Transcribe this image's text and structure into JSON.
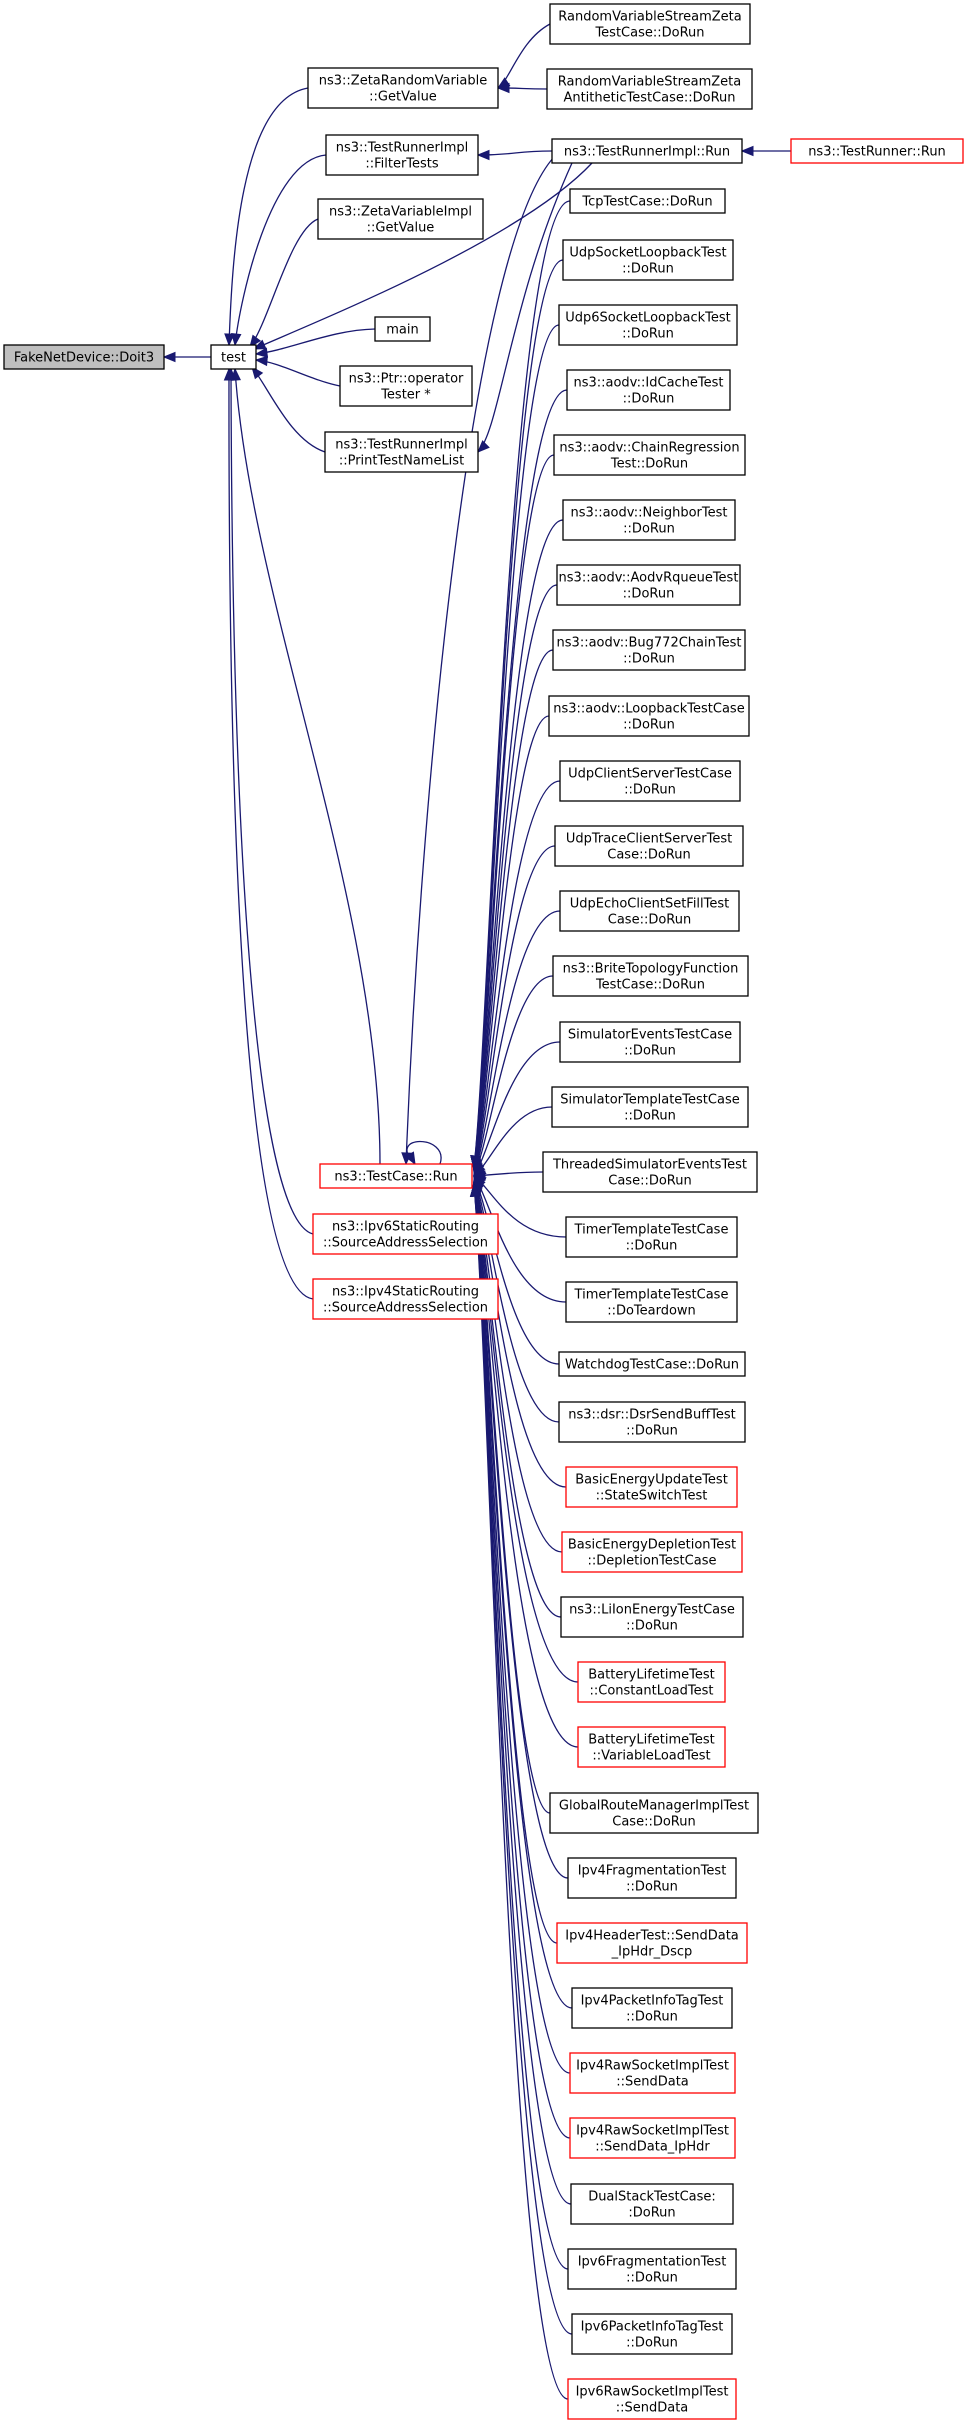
{
  "graph": {
    "nodes": [
      {
        "id": "fake",
        "lines": [
          "FakeNetDevice::Doit3"
        ]
      },
      {
        "id": "test",
        "lines": [
          "test"
        ]
      },
      {
        "id": "zetaGet",
        "lines": [
          "ns3::ZetaRandomVariable",
          "::GetValue"
        ]
      },
      {
        "id": "filter",
        "lines": [
          "ns3::TestRunnerImpl",
          "::FilterTests"
        ]
      },
      {
        "id": "zetaImpl",
        "lines": [
          "ns3::ZetaVariableImpl",
          "::GetValue"
        ]
      },
      {
        "id": "main",
        "lines": [
          "main"
        ]
      },
      {
        "id": "ptrop",
        "lines": [
          "ns3::Ptr::operator",
          "Tester *"
        ]
      },
      {
        "id": "printlist",
        "lines": [
          "ns3::TestRunnerImpl",
          "::PrintTestNameList"
        ]
      },
      {
        "id": "tcrun",
        "lines": [
          "ns3::TestCase::Run"
        ]
      },
      {
        "id": "ipv6static",
        "lines": [
          "ns3::Ipv6StaticRouting",
          "::SourceAddressSelection"
        ]
      },
      {
        "id": "ipv4static",
        "lines": [
          "ns3::Ipv4StaticRouting",
          "::SourceAddressSelection"
        ]
      },
      {
        "id": "rvs1",
        "lines": [
          "RandomVariableStreamZeta",
          "TestCase::DoRun"
        ]
      },
      {
        "id": "rvs2",
        "lines": [
          "RandomVariableStreamZeta",
          "AntitheticTestCase::DoRun"
        ]
      },
      {
        "id": "trimplrun",
        "lines": [
          "ns3::TestRunnerImpl::Run"
        ]
      },
      {
        "id": "trrun",
        "lines": [
          "ns3::TestRunner::Run"
        ]
      },
      {
        "id": "tcp",
        "lines": [
          "TcpTestCase::DoRun"
        ]
      },
      {
        "id": "udploop",
        "lines": [
          "UdpSocketLoopbackTest",
          "::DoRun"
        ]
      },
      {
        "id": "udp6loop",
        "lines": [
          "Udp6SocketLoopbackTest",
          "::DoRun"
        ]
      },
      {
        "id": "aodvid",
        "lines": [
          "ns3::aodv::IdCacheTest",
          "::DoRun"
        ]
      },
      {
        "id": "aodvchain",
        "lines": [
          "ns3::aodv::ChainRegression",
          "Test::DoRun"
        ]
      },
      {
        "id": "aodvneigh",
        "lines": [
          "ns3::aodv::NeighborTest",
          "::DoRun"
        ]
      },
      {
        "id": "aodvrq",
        "lines": [
          "ns3::aodv::AodvRqueueTest",
          "::DoRun"
        ]
      },
      {
        "id": "aodvbug",
        "lines": [
          "ns3::aodv::Bug772ChainTest",
          "::DoRun"
        ]
      },
      {
        "id": "aodvloop",
        "lines": [
          "ns3::aodv::LoopbackTestCase",
          "::DoRun"
        ]
      },
      {
        "id": "udpcs",
        "lines": [
          "UdpClientServerTestCase",
          "::DoRun"
        ]
      },
      {
        "id": "udptrace",
        "lines": [
          "UdpTraceClientServerTest",
          "Case::DoRun"
        ]
      },
      {
        "id": "udpecho",
        "lines": [
          "UdpEchoClientSetFillTest",
          "Case::DoRun"
        ]
      },
      {
        "id": "brite",
        "lines": [
          "ns3::BriteTopologyFunction",
          "TestCase::DoRun"
        ]
      },
      {
        "id": "simev",
        "lines": [
          "SimulatorEventsTestCase",
          "::DoRun"
        ]
      },
      {
        "id": "simtpl",
        "lines": [
          "SimulatorTemplateTestCase",
          "::DoRun"
        ]
      },
      {
        "id": "thrsim",
        "lines": [
          "ThreadedSimulatorEventsTest",
          "Case::DoRun"
        ]
      },
      {
        "id": "timer1",
        "lines": [
          "TimerTemplateTestCase",
          "::DoRun"
        ]
      },
      {
        "id": "timer2",
        "lines": [
          "TimerTemplateTestCase",
          "::DoTeardown"
        ]
      },
      {
        "id": "watchdog",
        "lines": [
          "WatchdogTestCase::DoRun"
        ]
      },
      {
        "id": "dsr",
        "lines": [
          "ns3::dsr::DsrSendBuffTest",
          "::DoRun"
        ]
      },
      {
        "id": "beu",
        "lines": [
          "BasicEnergyUpdateTest",
          "::StateSwitchTest"
        ]
      },
      {
        "id": "bed",
        "lines": [
          "BasicEnergyDepletionTest",
          "::DepletionTestCase"
        ]
      },
      {
        "id": "liion",
        "lines": [
          "ns3::LiIonEnergyTestCase",
          "::DoRun"
        ]
      },
      {
        "id": "batt1",
        "lines": [
          "BatteryLifetimeTest",
          "::ConstantLoadTest"
        ]
      },
      {
        "id": "batt2",
        "lines": [
          "BatteryLifetimeTest",
          "::VariableLoadTest"
        ]
      },
      {
        "id": "grm",
        "lines": [
          "GlobalRouteManagerImplTest",
          "Case::DoRun"
        ]
      },
      {
        "id": "ipv4frag",
        "lines": [
          "Ipv4FragmentationTest",
          "::DoRun"
        ]
      },
      {
        "id": "ipv4hdr",
        "lines": [
          "Ipv4HeaderTest::SendData",
          "_IpHdr_Dscp"
        ]
      },
      {
        "id": "ipv4pit",
        "lines": [
          "Ipv4PacketInfoTagTest",
          "::DoRun"
        ]
      },
      {
        "id": "ipv4raw1",
        "lines": [
          "Ipv4RawSocketImplTest",
          "::SendData"
        ]
      },
      {
        "id": "ipv4raw2",
        "lines": [
          "Ipv4RawSocketImplTest",
          "::SendData_IpHdr"
        ]
      },
      {
        "id": "dualstack",
        "lines": [
          "DualStackTestCase:",
          ":DoRun"
        ]
      },
      {
        "id": "ipv6frag",
        "lines": [
          "Ipv6FragmentationTest",
          "::DoRun"
        ]
      },
      {
        "id": "ipv6pit",
        "lines": [
          "Ipv6PacketInfoTagTest",
          "::DoRun"
        ]
      },
      {
        "id": "ipv6raw",
        "lines": [
          "Ipv6RawSocketImplTest",
          "::SendData"
        ]
      }
    ]
  },
  "colors": {
    "edge": "#191970",
    "node_border": "#000000",
    "node_border_incomplete": "#ff0000",
    "node_fill": "#ffffff",
    "node_fill_focus": "#bfbfbf"
  }
}
